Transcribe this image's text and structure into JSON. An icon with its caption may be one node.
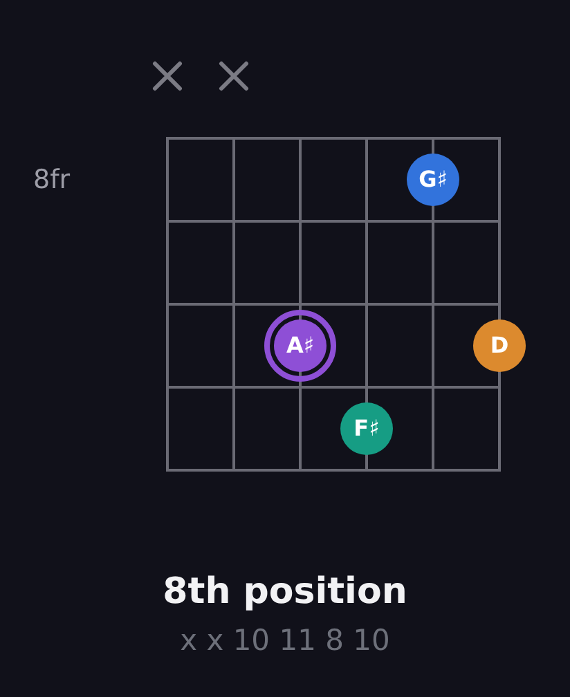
{
  "diagram": {
    "title": "8th position",
    "nodes": [
      {
        "text": [
          "G♯"
        ]
      },
      {
        "text": [
          "A♯"
        ]
      },
      {
        "text": [
          "D"
        ]
      },
      {
        "text": [
          "F♯"
        ]
      }
    ],
    "labels": [
      "8fr",
      "x x 10 11 8 10"
    ]
  }
}
